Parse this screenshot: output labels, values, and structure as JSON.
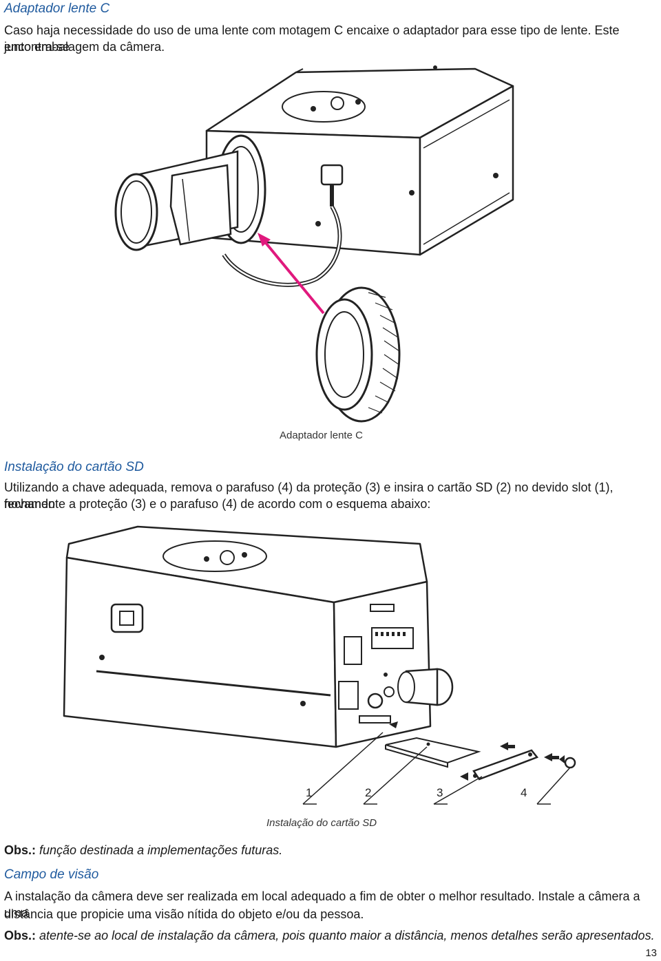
{
  "section1": {
    "heading": "Adaptador lente C",
    "line1": "Caso haja necessidade do uso de uma lente com motagem C encaixe o adaptador para esse tipo de lente. Este encontra-se",
    "line2": "junto embalagem da câmera.",
    "figure_caption": "Adaptador lente C"
  },
  "section2": {
    "heading": "Instalação do cartão SD",
    "line1": "Utilizando a chave adequada, remova o parafuso (4) da proteção (3) e insira o cartão SD (2) no devido slot (1), fechando",
    "line2": "novamente a proteção (3) e o parafuso (4) de acordo com o esquema abaixo:",
    "callouts": [
      "1",
      "2",
      "3",
      "4"
    ],
    "figure_caption": "Instalação do cartão SD",
    "obs_label": "Obs.:",
    "obs_text": " função destinada a implementações futuras."
  },
  "section3": {
    "heading": "Campo de visão",
    "line1": "A instalação da câmera deve ser realizada em local adequado a fim de obter o melhor resultado. Instale a câmera a uma",
    "line2": "distância que propicie uma visão nítida do objeto e/ou da pessoa.",
    "obs_label": "Obs.:",
    "obs_text": " atente-se ao local de instalação da câmera, pois quanto maior a distância, menos detalhes serão apresentados."
  },
  "page_number": "13",
  "colors": {
    "heading": "#1f5a9e",
    "arrow": "#e0197d"
  }
}
